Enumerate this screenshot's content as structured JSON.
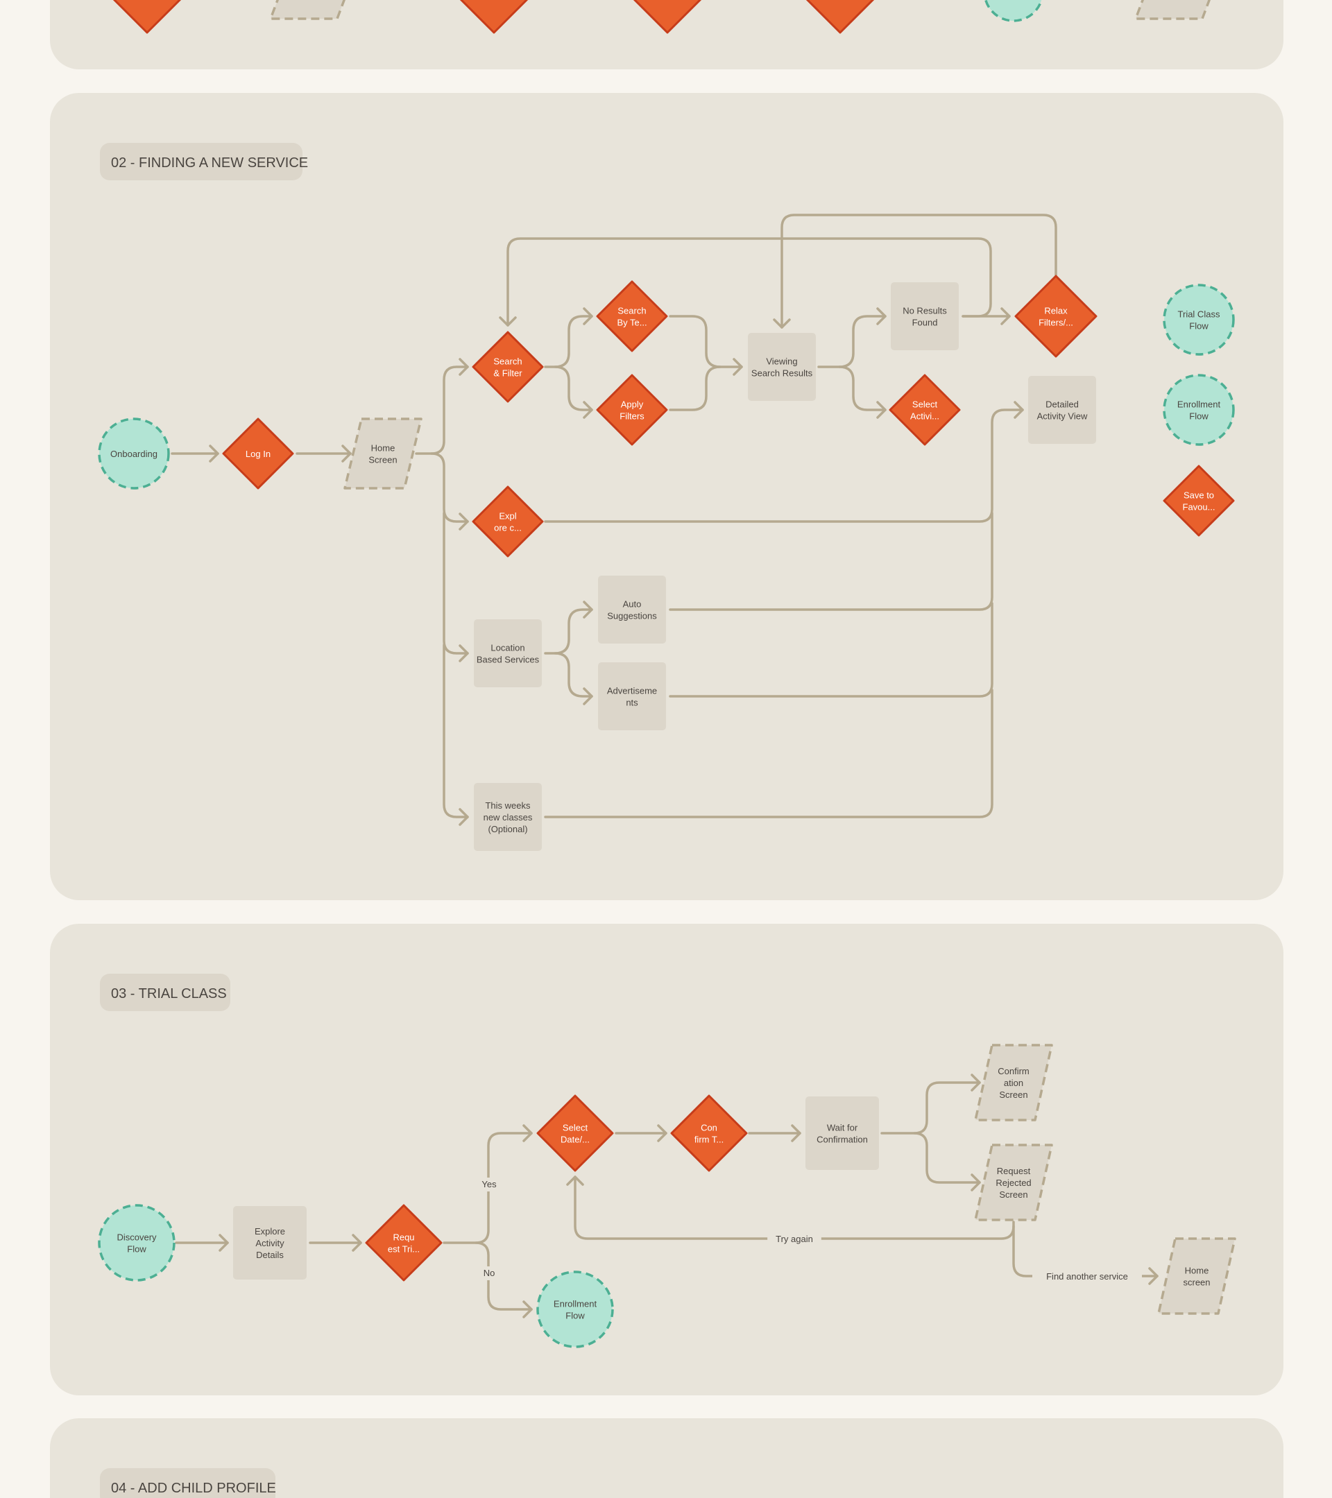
{
  "colors": {
    "page_background": "#f8f5ef",
    "panel": "#e8e4da",
    "screen_fill": "#dcd6ca",
    "connector": "#b5a98f",
    "decision_fill": "#e8602c",
    "decision_stroke": "#c63c1a",
    "flow_link_fill": "#b2e4d4",
    "flow_link_stroke": "#4caf93",
    "text": "#4a4540"
  },
  "sections": [
    {
      "id": "prev",
      "title": ""
    },
    {
      "id": "s02",
      "title": "02 - FINDING A NEW SERVICE"
    },
    {
      "id": "s03",
      "title": "03 - TRIAL CLASS"
    },
    {
      "id": "s04",
      "title": "04 - ADD CHILD PROFILE"
    }
  ],
  "nodes": {
    "prev_d1": {
      "shape": "diamond",
      "lines": []
    },
    "prev_p1": {
      "shape": "parallelogram",
      "lines": []
    },
    "prev_d2": {
      "shape": "diamond",
      "lines": []
    },
    "prev_d3": {
      "shape": "diamond",
      "lines": []
    },
    "prev_d4": {
      "shape": "diamond",
      "lines": []
    },
    "prev_c1": {
      "shape": "circle",
      "lines": []
    },
    "prev_p2": {
      "shape": "parallelogram",
      "lines": []
    },
    "onboarding": {
      "shape": "circle",
      "lines": [
        "Onboarding"
      ]
    },
    "login": {
      "shape": "diamond",
      "lines": [
        "Log In"
      ]
    },
    "home": {
      "shape": "parallelogram",
      "lines": [
        "Home",
        "Screen"
      ]
    },
    "search_filter": {
      "shape": "diamond",
      "lines": [
        "Search",
        "& Filter"
      ]
    },
    "search_by_te": {
      "shape": "diamond",
      "lines": [
        "Search",
        "By Te..."
      ]
    },
    "apply_filters": {
      "shape": "diamond",
      "lines": [
        "Apply",
        "Filters"
      ]
    },
    "viewing_results": {
      "shape": "rect",
      "lines": [
        "Viewing",
        "Search Results"
      ]
    },
    "no_results": {
      "shape": "rect",
      "lines": [
        "No Results",
        "Found"
      ]
    },
    "relax_filters": {
      "shape": "diamond",
      "lines": [
        "Relax",
        "Filters/..."
      ]
    },
    "select_activi": {
      "shape": "diamond",
      "lines": [
        "Select",
        "Activi..."
      ]
    },
    "detailed_view": {
      "shape": "rect",
      "lines": [
        "Detailed",
        "Activity View"
      ]
    },
    "explore_c": {
      "shape": "diamond",
      "lines": [
        "Expl",
        "ore c..."
      ]
    },
    "location_services": {
      "shape": "rect",
      "lines": [
        "Location",
        "Based Services"
      ]
    },
    "auto_suggestions": {
      "shape": "rect",
      "lines": [
        "Auto",
        "Suggestions"
      ]
    },
    "advertisements": {
      "shape": "rect",
      "lines": [
        "Advertiseme",
        "nts"
      ]
    },
    "weeks_classes": {
      "shape": "rect",
      "lines": [
        "This weeks",
        "new classes",
        "(Optional)"
      ]
    },
    "trial_class_flow": {
      "shape": "circle",
      "lines": [
        "Trial Class",
        "Flow"
      ]
    },
    "enrollment_flow_ref": {
      "shape": "circle",
      "lines": [
        "Enrollment",
        "Flow"
      ]
    },
    "save_favou": {
      "shape": "diamond",
      "lines": [
        "Save to",
        "Favou..."
      ]
    },
    "discovery_flow": {
      "shape": "circle",
      "lines": [
        "Discovery",
        "Flow"
      ]
    },
    "explore_details": {
      "shape": "rect",
      "lines": [
        "Explore",
        "Activity",
        "Details"
      ]
    },
    "request_trial": {
      "shape": "diamond",
      "lines": [
        "Requ",
        "est Tri..."
      ]
    },
    "select_date": {
      "shape": "diamond",
      "lines": [
        "Select",
        "Date/..."
      ]
    },
    "confirm_t": {
      "shape": "diamond",
      "lines": [
        "Con",
        "firm T..."
      ]
    },
    "wait_confirmation": {
      "shape": "rect",
      "lines": [
        "Wait for",
        "Confirmation"
      ]
    },
    "confirmation_screen": {
      "shape": "parallelogram",
      "lines": [
        "Confirm",
        "ation",
        "Screen"
      ]
    },
    "request_rejected": {
      "shape": "parallelogram",
      "lines": [
        "Request",
        "Rejected",
        "Screen"
      ]
    },
    "enrollment_flow": {
      "shape": "circle",
      "lines": [
        "Enrollment",
        "Flow"
      ]
    },
    "home_screen2": {
      "shape": "parallelogram",
      "lines": [
        "Home",
        "screen"
      ]
    }
  },
  "edge_labels": {
    "yes": "Yes",
    "no": "No",
    "try_again": "Try again",
    "find_another": "Find another service"
  }
}
